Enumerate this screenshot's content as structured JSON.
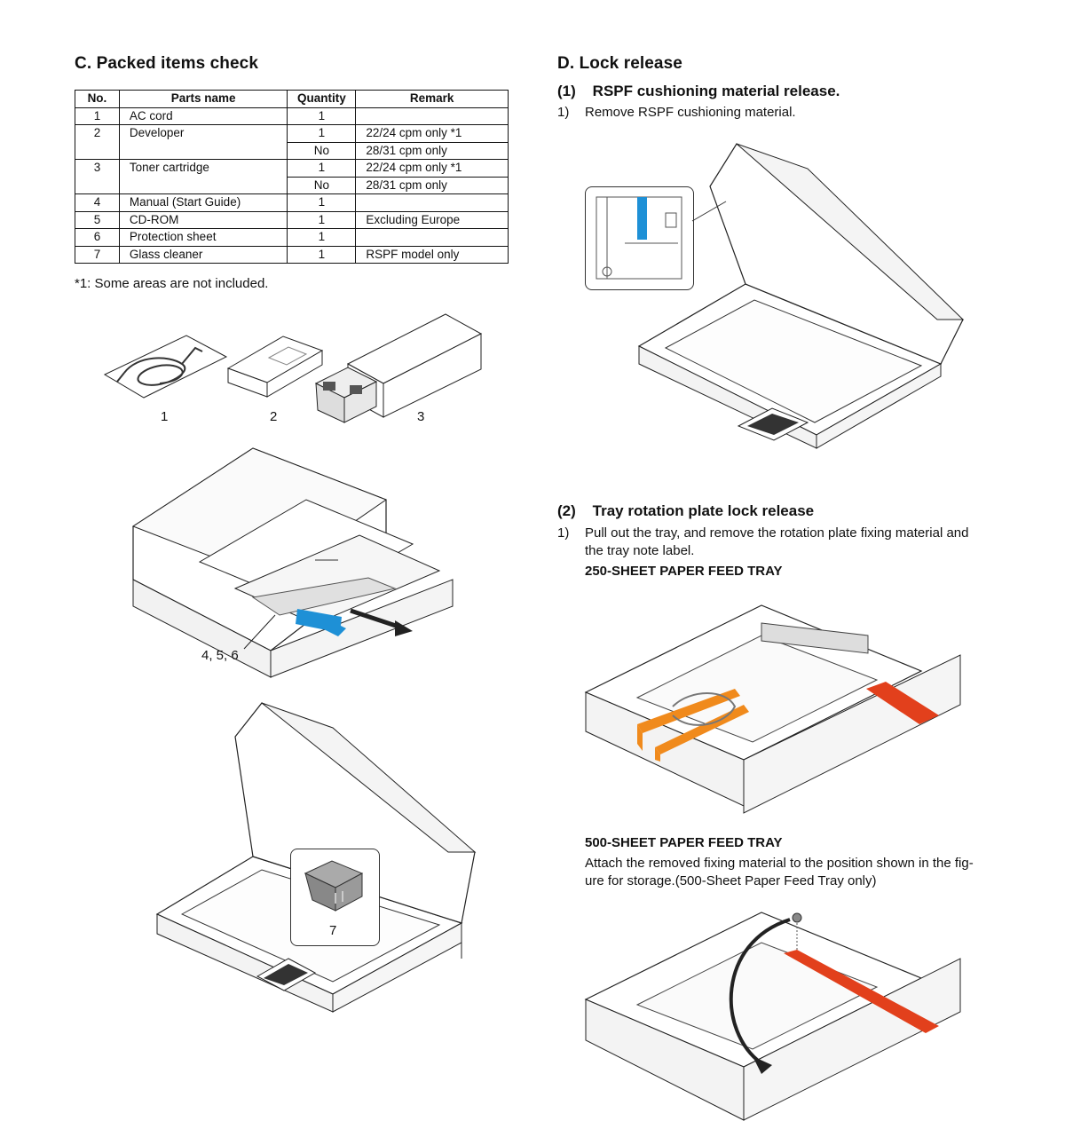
{
  "section_c": {
    "title": "C.  Packed items check",
    "table": {
      "headers": [
        "No.",
        "Parts name",
        "Quantity",
        "Remark"
      ],
      "rows": [
        {
          "no": "1",
          "name": "AC cord",
          "qty": "1",
          "remark": ""
        },
        {
          "no": "2",
          "name": "Developer",
          "qty": "1",
          "remark": "22/24 cpm only *1"
        },
        {
          "no": "",
          "name": "",
          "qty": "No",
          "remark": "28/31 cpm only"
        },
        {
          "no": "3",
          "name": "Toner cartridge",
          "qty": "1",
          "remark": "22/24 cpm only *1"
        },
        {
          "no": "",
          "name": "",
          "qty": "No",
          "remark": "28/31 cpm only"
        },
        {
          "no": "4",
          "name": "Manual (Start Guide)",
          "qty": "1",
          "remark": ""
        },
        {
          "no": "5",
          "name": "CD-ROM",
          "qty": "1",
          "remark": "Excluding Europe"
        },
        {
          "no": "6",
          "name": "Protection sheet",
          "qty": "1",
          "remark": ""
        },
        {
          "no": "7",
          "name": "Glass cleaner",
          "qty": "1",
          "remark": "RSPF model only"
        }
      ]
    },
    "footnote": "*1: Some areas are not included.",
    "figure_labels": {
      "item1": "1",
      "item2": "2",
      "item3": "3",
      "items_456": "4, 5, 6",
      "item7": "7"
    }
  },
  "section_d": {
    "title": "D.  Lock release",
    "step1": {
      "heading": "(1)    RSPF cushioning material release.",
      "instruction_num": "1)",
      "instruction": "Remove RSPF cushioning material."
    },
    "step2": {
      "heading": "(2)    Tray rotation plate lock release",
      "instruction_num": "1)",
      "instruction_line1": "Pull out the tray, and remove the rotation plate fixing material and",
      "instruction_line2": "the tray note label.",
      "tray250_title": "250-SHEET PAPER FEED TRAY",
      "tray500_title": "500-SHEET PAPER FEED TRAY",
      "tray500_note_line1": "Attach the removed fixing material to the position shown in the fig-",
      "tray500_note_line2": "ure for storage.(500-Sheet Paper Feed Tray only)"
    }
  },
  "colors": {
    "text": "#111111",
    "blue_tape": "#1e90d6",
    "orange_tape": "#f08a1c",
    "red_tape": "#e2401c"
  },
  "icons": [
    "ac-cord-icon",
    "box-icon",
    "toner-cartridge-icon",
    "printer-icon",
    "glass-cleaner-icon",
    "paper-tray-icon"
  ]
}
